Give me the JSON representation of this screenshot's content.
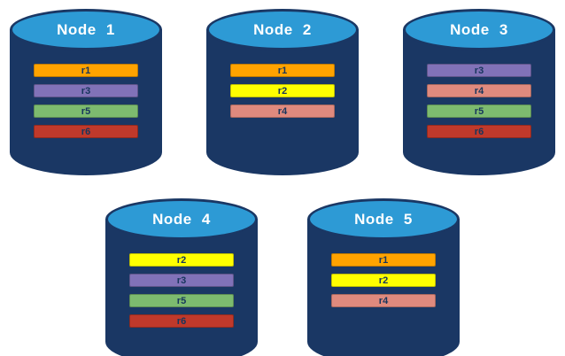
{
  "diagram": {
    "kind": "database-replication-nodes",
    "colors": {
      "background": "#FFFFFF",
      "cylinder_body": "#1A3764",
      "cylinder_top": "#2D9AD5",
      "node_label_text": "#FFFFFF",
      "record_label_text": "#17365D"
    },
    "record_colors": {
      "r1": "#FFA300",
      "r2": "#FFFF00",
      "r3": "#8172B8",
      "r4": "#DF8A7E",
      "r5": "#7DBB6F",
      "r6": "#C0392B"
    },
    "nodes": [
      {
        "label": "Node 1",
        "row": 1,
        "records": [
          {
            "label": "r1",
            "color": "#FFA300"
          },
          {
            "label": "r3",
            "color": "#8172B8"
          },
          {
            "label": "r5",
            "color": "#7DBB6F"
          },
          {
            "label": "r6",
            "color": "#C0392B"
          }
        ]
      },
      {
        "label": "Node 2",
        "row": 1,
        "records": [
          {
            "label": "r1",
            "color": "#FFA300"
          },
          {
            "label": "r2",
            "color": "#FFFF00"
          },
          {
            "label": "r4",
            "color": "#DF8A7E"
          }
        ]
      },
      {
        "label": "Node 3",
        "row": 1,
        "records": [
          {
            "label": "r3",
            "color": "#8172B8"
          },
          {
            "label": "r4",
            "color": "#DF8A7E"
          },
          {
            "label": "r5",
            "color": "#7DBB6F"
          },
          {
            "label": "r6",
            "color": "#C0392B"
          }
        ]
      },
      {
        "label": "Node 4",
        "row": 2,
        "records": [
          {
            "label": "r2",
            "color": "#FFFF00"
          },
          {
            "label": "r3",
            "color": "#8172B8"
          },
          {
            "label": "r5",
            "color": "#7DBB6F"
          },
          {
            "label": "r6",
            "color": "#C0392B"
          }
        ]
      },
      {
        "label": "Node 5",
        "row": 2,
        "records": [
          {
            "label": "r1",
            "color": "#FFA300"
          },
          {
            "label": "r2",
            "color": "#FFFF00"
          },
          {
            "label": "r4",
            "color": "#DF8A7E"
          }
        ]
      }
    ]
  }
}
